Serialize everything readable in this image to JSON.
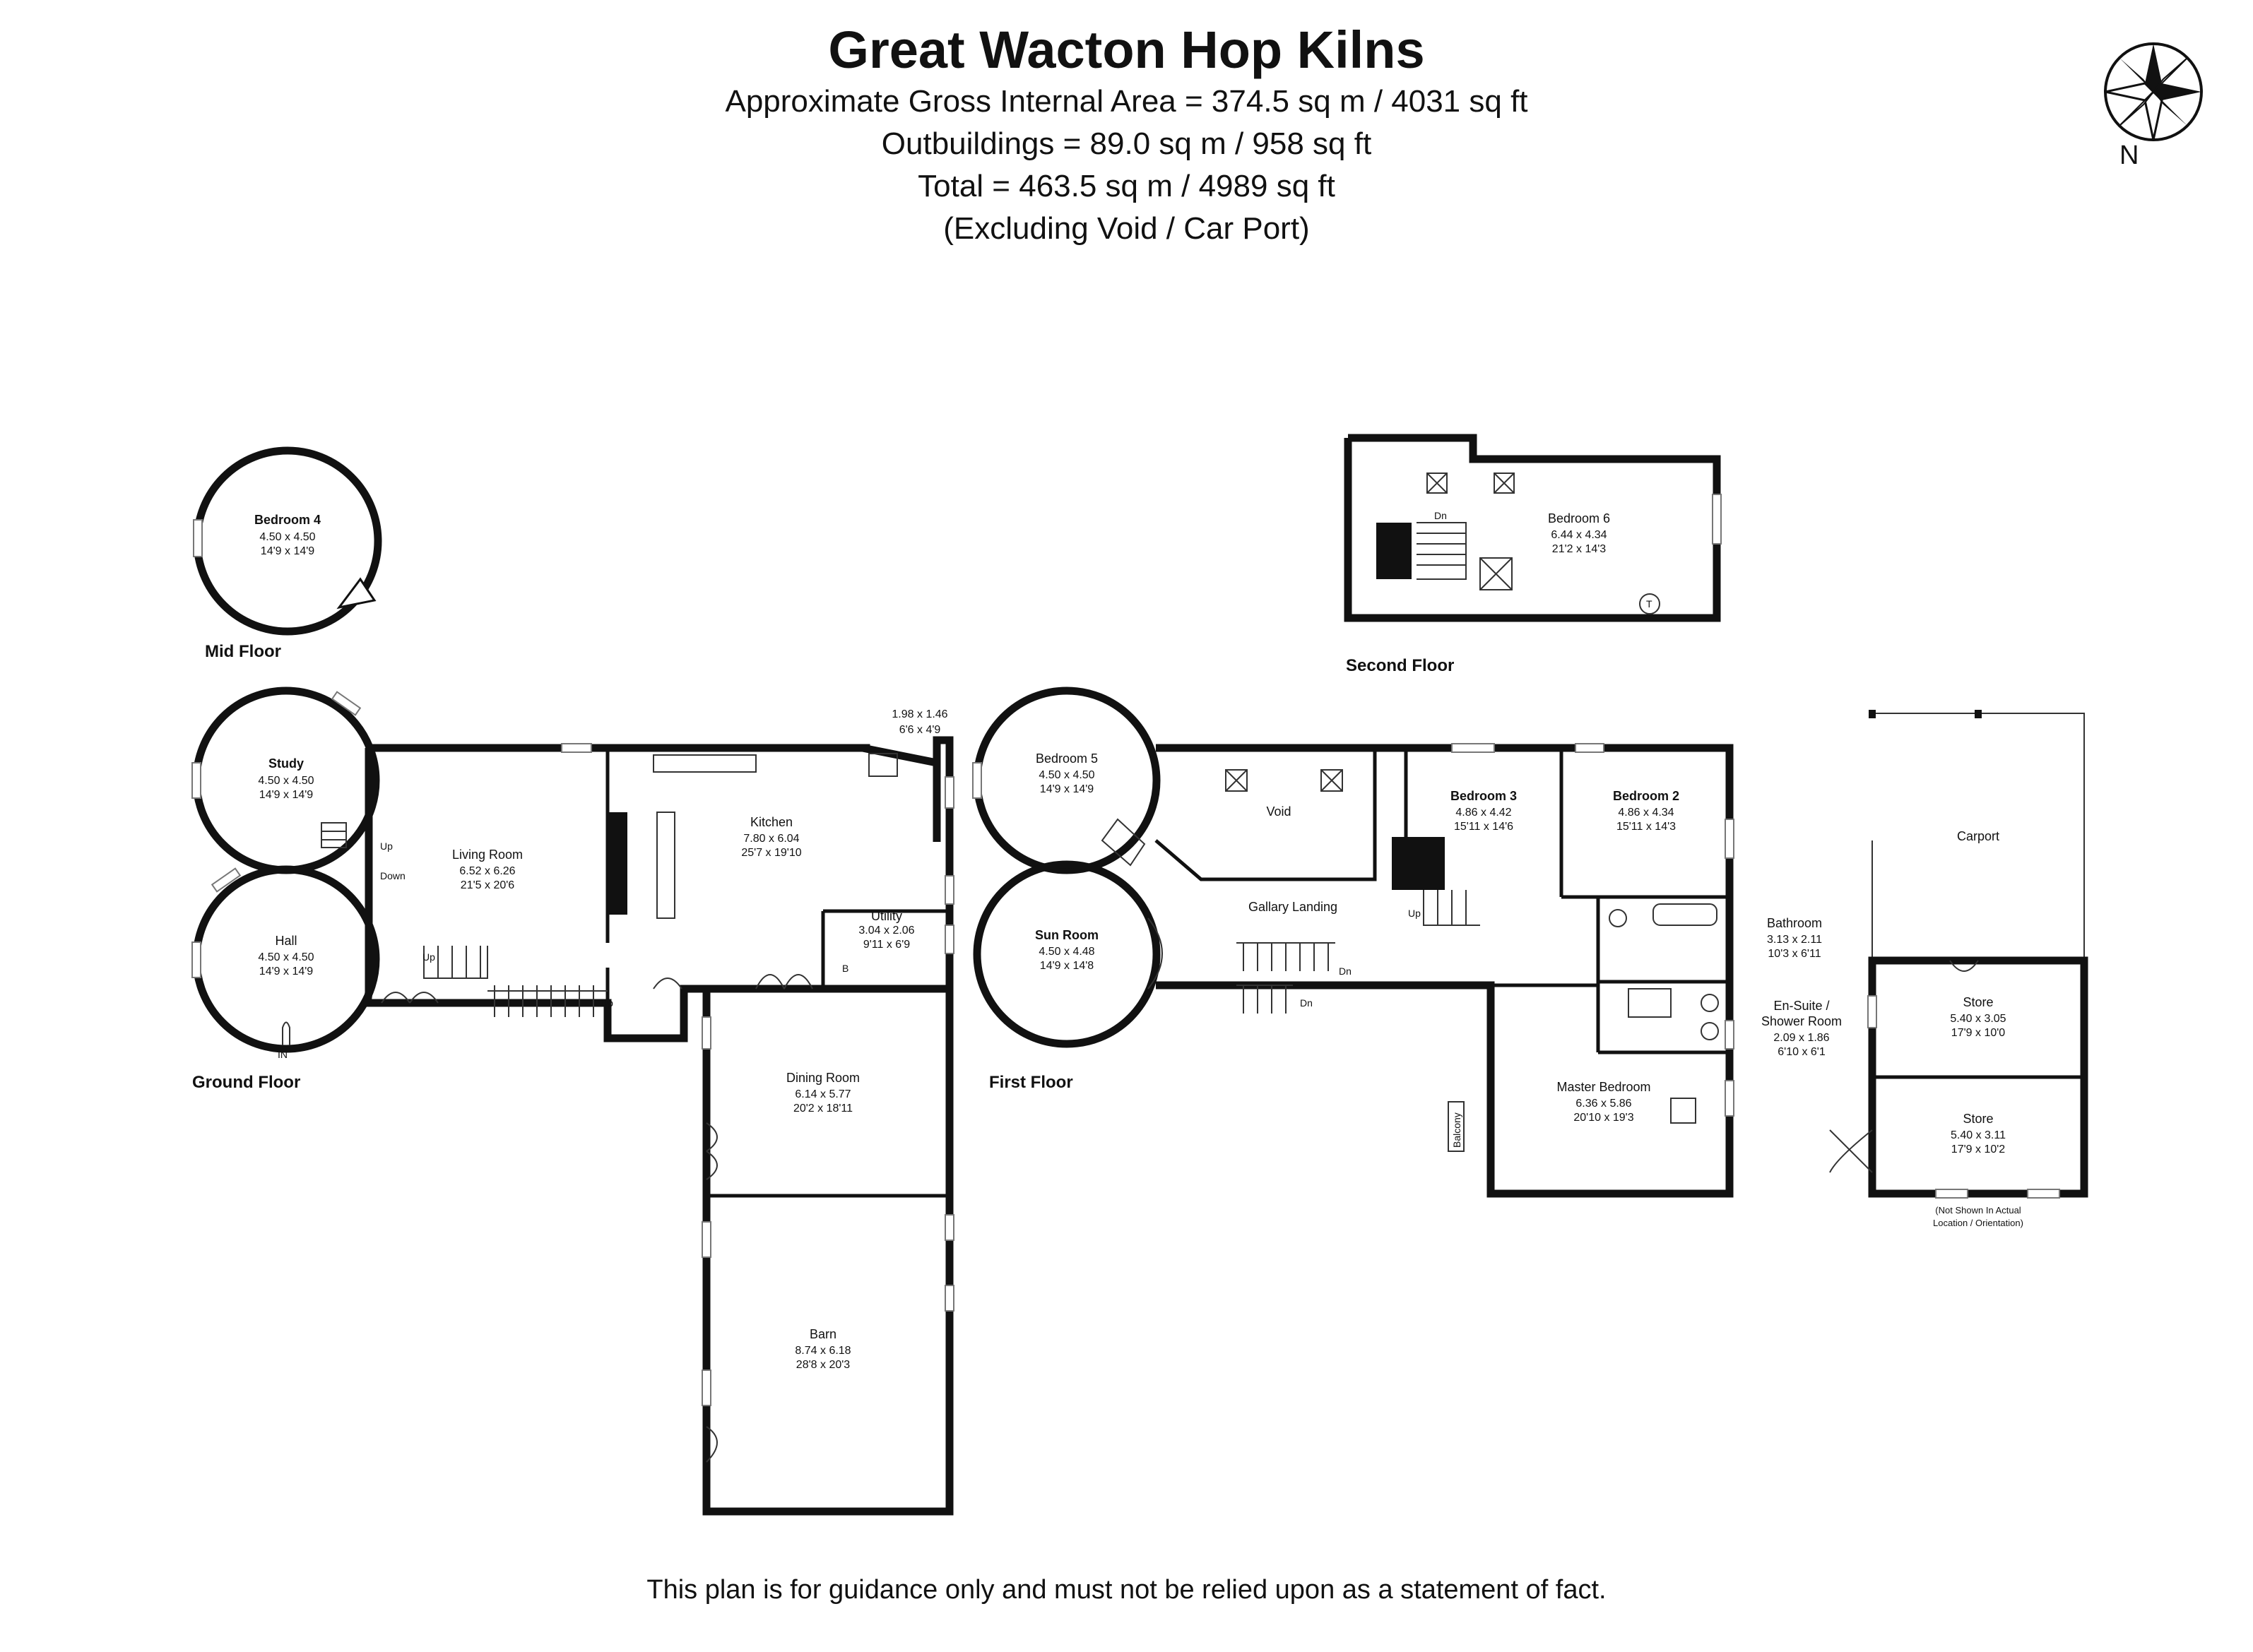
{
  "header": {
    "title": "Great Wacton Hop Kilns",
    "line1": "Approximate Gross Internal Area = 374.5 sq m / 4031 sq ft",
    "line2": "Outbuildings = 89.0 sq m / 958 sq ft",
    "line3": "Total = 463.5 sq m / 4989 sq ft",
    "line4": "(Excluding Void / Car Port)"
  },
  "compass": {
    "label": "N"
  },
  "floors": {
    "mid": "Mid Floor",
    "ground": "Ground Floor",
    "first": "First Floor",
    "second": "Second Floor"
  },
  "rooms": {
    "bedroom4": {
      "name": "Bedroom 4",
      "metric": "4.50 x 4.50",
      "imperial": "14'9 x 14'9"
    },
    "study": {
      "name": "Study",
      "metric": "4.50 x 4.50",
      "imperial": "14'9 x 14'9"
    },
    "hall": {
      "name": "Hall",
      "metric": "4.50 x 4.50",
      "imperial": "14'9 x 14'9"
    },
    "living": {
      "name": "Living Room",
      "metric": "6.52 x 6.26",
      "imperial": "21'5 x 20'6"
    },
    "kitchen": {
      "name": "Kitchen",
      "metric": "7.80 x 6.04",
      "imperial": "25'7 x 19'10"
    },
    "cloak": {
      "metric": "1.98 x 1.46",
      "imperial": "6'6 x 4'9"
    },
    "utility": {
      "name": "Utility",
      "metric": "3.04 x 2.06",
      "imperial": "9'11 x 6'9"
    },
    "dining": {
      "name": "Dining Room",
      "metric": "6.14 x 5.77",
      "imperial": "20'2 x 18'11"
    },
    "barn": {
      "name": "Barn",
      "metric": "8.74 x 6.18",
      "imperial": "28'8 x 20'3"
    },
    "bedroom5": {
      "name": "Bedroom 5",
      "metric": "4.50 x 4.50",
      "imperial": "14'9 x 14'9"
    },
    "sunroom": {
      "name": "Sun Room",
      "metric": "4.50 x 4.48",
      "imperial": "14'9 x 14'8"
    },
    "void": {
      "name": "Void"
    },
    "landing": {
      "name": "Gallary Landing"
    },
    "bedroom3": {
      "name": "Bedroom 3",
      "metric": "4.86 x 4.42",
      "imperial": "15'11 x 14'6"
    },
    "bedroom2": {
      "name": "Bedroom 2",
      "metric": "4.86 x 4.34",
      "imperial": "15'11 x 14'3"
    },
    "bathroom": {
      "name": "Bathroom",
      "metric": "3.13 x 2.11",
      "imperial": "10'3 x 6'11"
    },
    "ensuite": {
      "name1": "En-Suite /",
      "name2": "Shower Room",
      "metric": "2.09 x 1.86",
      "imperial": "6'10 x 6'1"
    },
    "master": {
      "name": "Master Bedroom",
      "metric": "6.36 x 5.86",
      "imperial": "20'10 x 19'3"
    },
    "bedroom6": {
      "name": "Bedroom 6",
      "metric": "6.44 x 4.34",
      "imperial": "21'2 x 14'3"
    },
    "carport": {
      "name": "Carport"
    },
    "store1": {
      "name": "Store",
      "metric": "5.40 x 3.05",
      "imperial": "17'9 x 10'0"
    },
    "store2": {
      "name": "Store",
      "metric": "5.40 x 3.11",
      "imperial": "17'9 x 10'2"
    }
  },
  "labels": {
    "up": "Up",
    "down": "Down",
    "dn": "Dn",
    "in": "IN",
    "b": "B",
    "t": "T",
    "balcony": "Balcony",
    "outbuilding_note1": "(Not Shown In Actual",
    "outbuilding_note2": "Location / Orientation)"
  },
  "footer": {
    "disclaimer": "This plan is for guidance only and must not be relied upon as a statement of fact."
  }
}
